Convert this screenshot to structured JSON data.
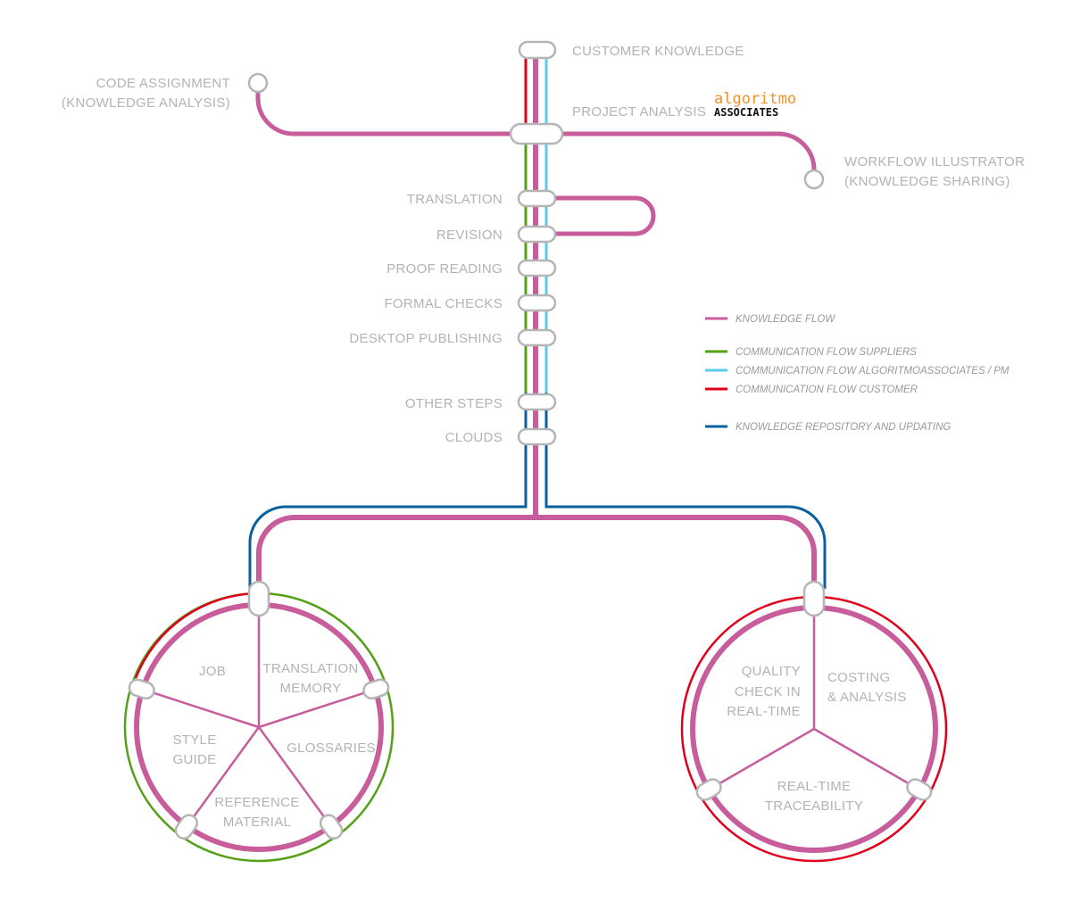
{
  "colors": {
    "knowledge_flow": "#c85d9c",
    "suppliers": "#55a019",
    "algoritmo_pm": "#5ec8ea",
    "customer": "#e0001b",
    "repository": "#0a5f9c",
    "station_stroke": "#b5b5b5",
    "label_text": "#b3b3b3",
    "brand_orange": "#f0922e",
    "brand_black": "#111111"
  },
  "brand": {
    "top": "algoritmo",
    "bottom": "ASSOCIATES"
  },
  "stations": {
    "customer_knowledge": "CUSTOMER KNOWLEDGE",
    "project_analysis": "PROJECT ANALYSIS",
    "code_assignment": [
      "CODE ASSIGNMENT",
      "(KNOWLEDGE ANALYSIS)"
    ],
    "workflow_illustrator": [
      "WORKFLOW ILLUSTRATOR",
      "(KNOWLEDGE SHARING)"
    ],
    "steps": [
      "TRANSLATION",
      "REVISION",
      "PROOF READING",
      "FORMAL CHECKS",
      "DESKTOP PUBLISHING",
      "OTHER STEPS",
      "CLOUDS"
    ]
  },
  "legend": [
    {
      "label": "KNOWLEDGE FLOW",
      "color_key": "knowledge_flow"
    },
    {
      "label": "COMMUNICATION FLOW SUPPLIERS",
      "color_key": "suppliers"
    },
    {
      "label": "COMMUNICATION FLOW ALGORITMOASSOCIATES / PM",
      "color_key": "algoritmo_pm"
    },
    {
      "label": "COMMUNICATION FLOW CUSTOMER",
      "color_key": "customer"
    },
    {
      "label": "KNOWLEDGE REPOSITORY AND UPDATING",
      "color_key": "repository"
    }
  ],
  "left_wheel": {
    "segments": [
      [
        "JOB"
      ],
      [
        "TRANSLATION",
        "MEMORY"
      ],
      [
        "GLOSSARIES"
      ],
      [
        "REFERENCE",
        "MATERIAL"
      ],
      [
        "STYLE",
        "GUIDE"
      ]
    ]
  },
  "right_wheel": {
    "segments": [
      [
        "QUALITY",
        "CHECK IN",
        "REAL-TIME"
      ],
      [
        "COSTING",
        "& ANALYSIS"
      ],
      [
        "REAL-TIME",
        "TRACEABILITY"
      ]
    ]
  }
}
